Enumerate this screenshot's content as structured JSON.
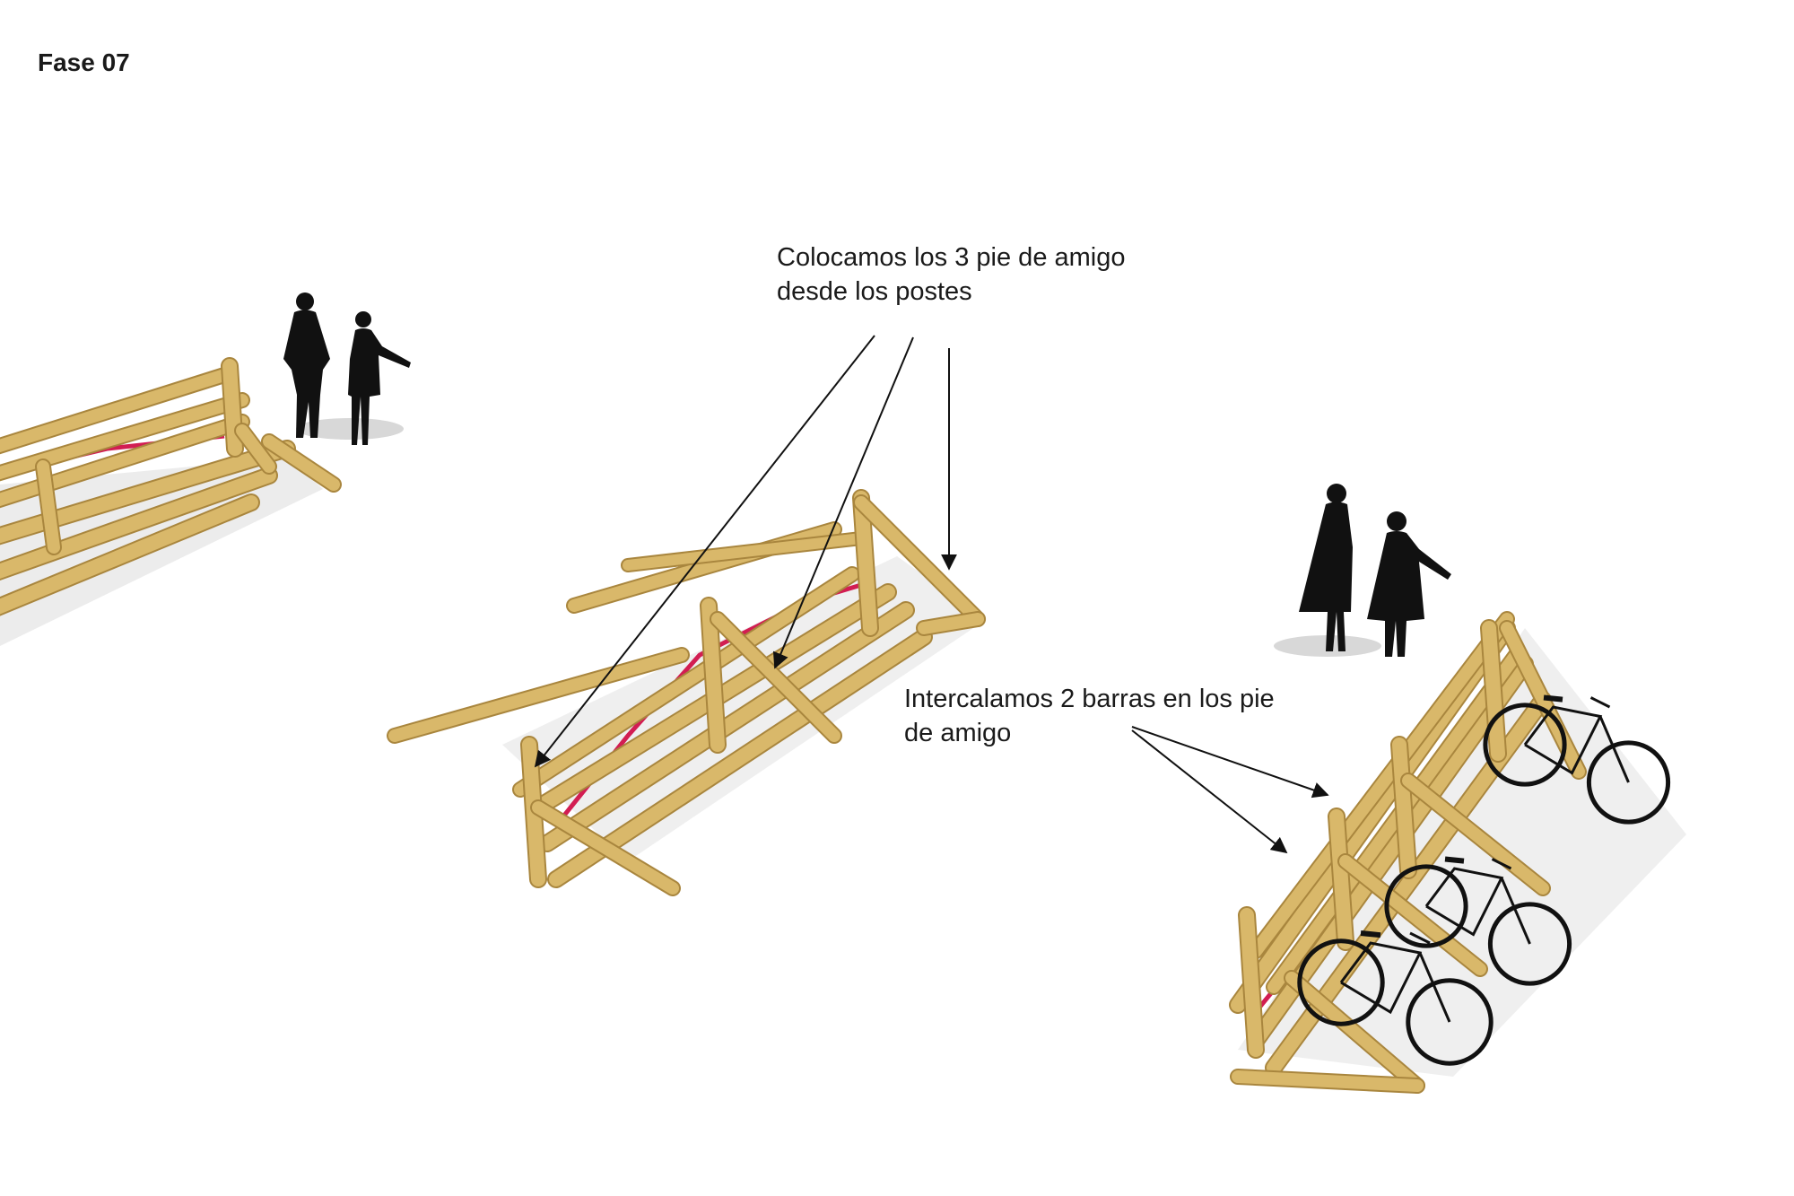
{
  "phase": {
    "title": "Fase 07"
  },
  "annotations": {
    "top": {
      "line1": "Colocamos los 3 pie de amigo",
      "line2": "desde los postes"
    },
    "bottom": {
      "line1": "Intercalamos 2 barras en los pie",
      "line2": "de amigo"
    }
  },
  "colors": {
    "background": "#ffffff",
    "bamboo": "#d9b86a",
    "bamboo_edge": "#a9863e",
    "strap": "#d21d52",
    "silhouette": "#111111",
    "shadow": "#d9d9d9",
    "annotation_line": "#111111"
  }
}
